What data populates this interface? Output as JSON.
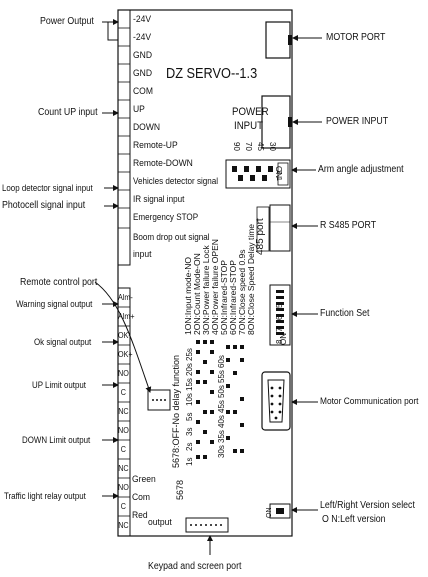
{
  "board": {
    "title": "DZ SERVO--1.3",
    "power_input_label_1": "POWER",
    "power_input_label_2": "INPUT",
    "port_485": "485 port"
  },
  "top_terminals": [
    "-24V",
    "-24V",
    "GND",
    "GND",
    "COM",
    "UP",
    "DOWN",
    "Remote-UP",
    "Remote-DOWN",
    "Vehicles detector signal",
    "IR signal input",
    "Emergency STOP",
    "Boom drop out signal",
    "input"
  ],
  "bottom_terminals": [
    "Alm-",
    "Alm+",
    "OK-",
    "OK+",
    "NO",
    "C",
    "NC",
    "NO",
    "C",
    "NC",
    "NO",
    "C",
    "NC"
  ],
  "light_labels": {
    "green": "Green",
    "com": "Com",
    "red": "Red",
    "output": "output"
  },
  "left_callouts": {
    "power_output": "Power Output",
    "count_up": "Count UP input",
    "loop_detector": "Loop detector signal input",
    "photocell": "Photocell signal input",
    "remote_control": "Remote control port",
    "warning": "Warning signal output",
    "ok_signal": "Ok signal output",
    "up_limit": "UP Limit output",
    "down_limit": "DOWN Limit output",
    "traffic_light": "Traffic light relay output"
  },
  "right_callouts": {
    "motor_port": "MOTOR PORT",
    "power_input": "POWER INPUT",
    "arm_angle": "Arm angle adjustment",
    "rs485": "R S485 PORT",
    "function_set": "Function Set",
    "motor_comm": "Motor Communication port",
    "lr_version_1": "Left/Right Version select",
    "lr_version_2": "O N:Left version"
  },
  "bottom_callout": "Keypad and screen port",
  "angle_switch": {
    "labels": [
      "90",
      "70",
      "45",
      "30"
    ],
    "on": "ON",
    "nums": [
      "1",
      "2"
    ]
  },
  "function_lines": [
    "1ON:Input mode-NO",
    "2ON:Count Mode-ON",
    "3ON:Power failure Lock",
    "4ON:Power failure OPEN",
    "5ON:Infrared-STOP",
    "6ON:Infrared-STOP",
    "7ON:Close speed 0.9s",
    "8ON:Close Speed Delay time",
    "5678:OFF-No delay function"
  ],
  "function_numbers": [
    "5",
    "6",
    "7",
    "8"
  ],
  "function_on": "ON",
  "delay_columns": [
    [
      "1s",
      "2s",
      "3s",
      "5s",
      "10s",
      "15s",
      "20s",
      "25s"
    ],
    [
      "30s",
      "35s",
      "40s",
      "45s",
      "50s",
      "55s",
      "60s"
    ]
  ],
  "lr_switch": {
    "on": "ON",
    "num": "1"
  }
}
